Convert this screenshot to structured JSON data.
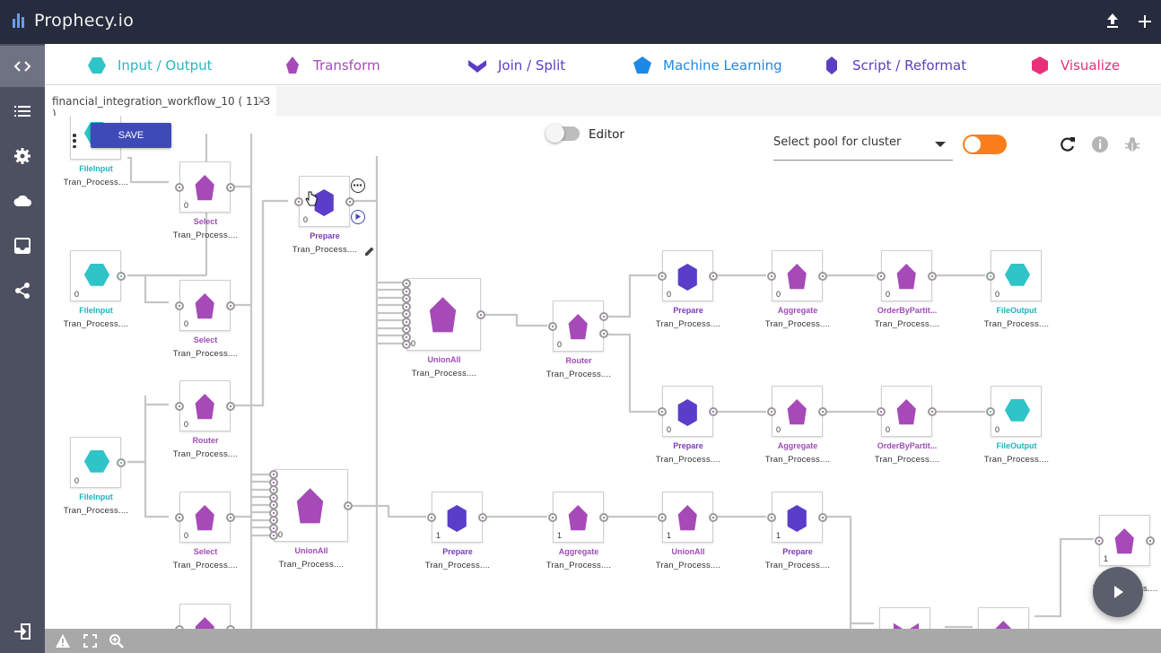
{
  "app": {
    "title": "Prophecy.io"
  },
  "palette": {
    "items": [
      {
        "label": "Input / Output",
        "color": "#2ec4c8",
        "icon": "hexagon-icon"
      },
      {
        "label": "Transform",
        "color": "#a64ab8",
        "icon": "gem-icon"
      },
      {
        "label": "Join / Split",
        "color": "#5a3dc8",
        "icon": "chevron-join-icon"
      },
      {
        "label": "Machine Learning",
        "color": "#1e88e5",
        "icon": "pentagon-icon"
      },
      {
        "label": "Script / Reformat",
        "color": "#5b3fbf",
        "icon": "crystal-icon"
      },
      {
        "label": "Visualize",
        "color": "#e8307a",
        "icon": "cube-icon"
      }
    ]
  },
  "tab": {
    "label": "financial_integration_workflow_10 ( 11-3 )",
    "close": "×"
  },
  "toolbar": {
    "save_label": "SAVE",
    "editor_label": "Editor",
    "pool_placeholder": "Select pool for cluster"
  },
  "nodes": [
    {
      "id": "n1",
      "label": "FileInput",
      "name": "Tran_Process....",
      "count": "",
      "type": "io"
    },
    {
      "id": "n2",
      "label": "Select",
      "name": "Tran_Process....",
      "count": "0",
      "type": "transform"
    },
    {
      "id": "n3",
      "label": "Prepare",
      "name": "Tran_Process....",
      "count": "0",
      "type": "script"
    },
    {
      "id": "n4",
      "label": "FileInput",
      "name": "Tran_Process....",
      "count": "0",
      "type": "io"
    },
    {
      "id": "n5",
      "label": "Select",
      "name": "Tran_Process....",
      "count": "0",
      "type": "transform"
    },
    {
      "id": "n6",
      "label": "Router",
      "name": "Tran_Process....",
      "count": "0",
      "type": "transform"
    },
    {
      "id": "n7",
      "label": "FileInput",
      "name": "Tran_Process....",
      "count": "0",
      "type": "io"
    },
    {
      "id": "n8",
      "label": "Select",
      "name": "Tran_Process....",
      "count": "0",
      "type": "transform"
    },
    {
      "id": "n9",
      "label": "UnionAll",
      "name": "Tran_Process....",
      "count": "0",
      "type": "transform"
    },
    {
      "id": "n10",
      "label": "UnionAll",
      "name": "Tran_Process....",
      "count": "0",
      "type": "transform"
    },
    {
      "id": "n11",
      "label": "Router",
      "name": "Tran_Process....",
      "count": "0",
      "type": "transform"
    },
    {
      "id": "n12",
      "label": "Prepare",
      "name": "Tran_Process....",
      "count": "0",
      "type": "script"
    },
    {
      "id": "n13",
      "label": "Aggregate",
      "name": "Tran_Process....",
      "count": "0",
      "type": "transform"
    },
    {
      "id": "n14",
      "label": "OrderByPartit...",
      "name": "Tran_Process....",
      "count": "0",
      "type": "transform"
    },
    {
      "id": "n15",
      "label": "FileOutput",
      "name": "Tran_Process....",
      "count": "0",
      "type": "io"
    },
    {
      "id": "n16",
      "label": "Prepare",
      "name": "Tran_Process....",
      "count": "0",
      "type": "script"
    },
    {
      "id": "n17",
      "label": "Aggregate",
      "name": "Tran_Process....",
      "count": "0",
      "type": "transform"
    },
    {
      "id": "n18",
      "label": "OrderByPartit...",
      "name": "Tran_Process....",
      "count": "0",
      "type": "transform"
    },
    {
      "id": "n19",
      "label": "FileOutput",
      "name": "Tran_Process....",
      "count": "0",
      "type": "io"
    },
    {
      "id": "n20",
      "label": "Prepare",
      "name": "Tran_Process....",
      "count": "1",
      "type": "script"
    },
    {
      "id": "n21",
      "label": "Aggregate",
      "name": "Tran_Process....",
      "count": "1",
      "type": "transform"
    },
    {
      "id": "n22",
      "label": "UnionAll",
      "name": "Tran_Process....",
      "count": "1",
      "type": "transform"
    },
    {
      "id": "n23",
      "label": "Prepare",
      "name": "Tran_Process....",
      "count": "1",
      "type": "script"
    },
    {
      "id": "n24",
      "label": "",
      "name": "Tran_Process....",
      "count": "1",
      "type": "transform"
    },
    {
      "id": "n25",
      "label": "",
      "name": "",
      "count": "",
      "type": "transform"
    },
    {
      "id": "n26",
      "label": "",
      "name": "",
      "count": "",
      "type": "join"
    },
    {
      "id": "n27",
      "label": "",
      "name": "",
      "count": "",
      "type": "transform"
    }
  ],
  "colors": {
    "io": "#2ec4c8",
    "transform": "#a64ab8",
    "script": "#5a3dc8",
    "label_io": "#1fb3bd",
    "label_transform": "#a04cb6",
    "label_script": "#7a3ab8"
  }
}
